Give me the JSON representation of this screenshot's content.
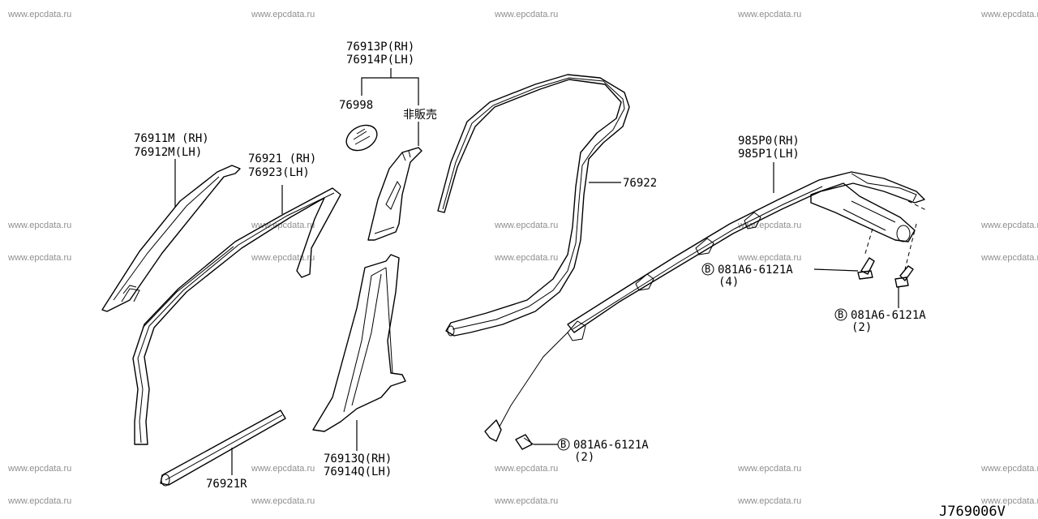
{
  "watermark": "www.epcdata.ru",
  "labels": {
    "p76913P": "76913P(RH)",
    "p76914P": "76914P(LH)",
    "p76998": "76998",
    "not_for_sale": "非販売",
    "p76911M": "76911M (RH)",
    "p76912M": "76912M(LH)",
    "p76921": "76921 (RH)",
    "p76923": "76923(LH)",
    "p76922": "76922",
    "p985P0": "985P0(RH)",
    "p985P1": "985P1(LH)",
    "bolt1_code": "081A6-6121A",
    "bolt1_qty": "(4)",
    "bolt2_code": "081A6-6121A",
    "bolt2_qty": "(2)",
    "bolt3_code": "081A6-6121A",
    "bolt3_qty": "(2)",
    "p76913Q": "76913Q(RH)",
    "p76914Q": "76914Q(LH)",
    "p76921R": "76921R",
    "bolt_symbol": "B"
  },
  "diagram_code": "J769006V"
}
